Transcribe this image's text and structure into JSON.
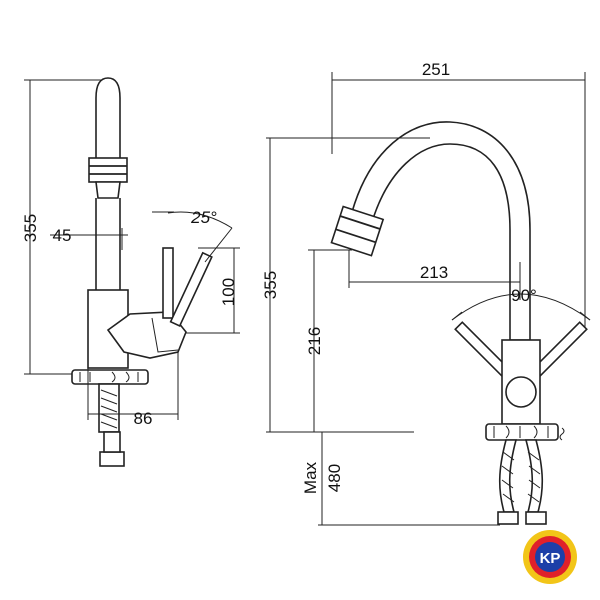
{
  "side_view": {
    "height_label": "355",
    "aerator_label": "45",
    "angle_label": "25°",
    "handle_label": "100",
    "reach_label": "86"
  },
  "front_view": {
    "width_label": "251",
    "height_label": "355",
    "spout_label": "213",
    "body_label": "216",
    "rotation_label": "90°",
    "hose_label": "480",
    "max_label": "Max"
  },
  "logo": {
    "text": "KP",
    "colors": {
      "outer": "#f2c518",
      "ring": "#e0202a",
      "inner": "#1c3fa8"
    }
  }
}
